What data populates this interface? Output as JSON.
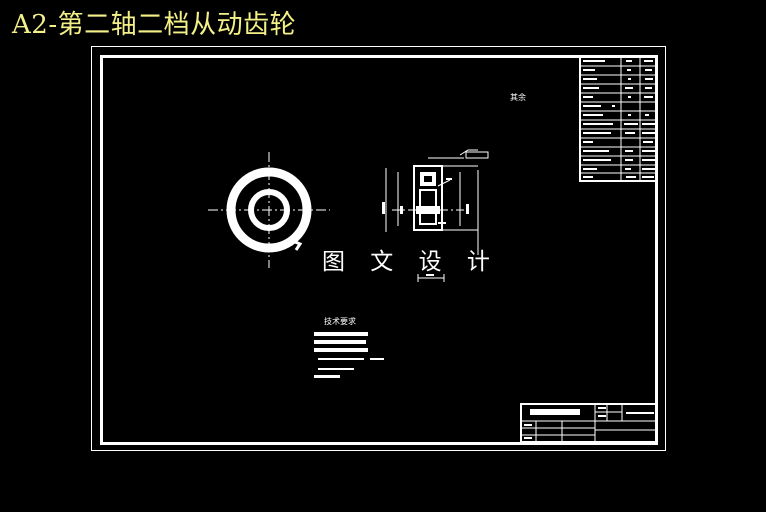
{
  "header": {
    "title": "A2-第二轴二档从动齿轮"
  },
  "drawing": {
    "watermark": "图 文 设 计",
    "technical_requirements_title": "技术要求",
    "roughness_note": "其余"
  },
  "colors": {
    "background": "#000000",
    "lines": "#ffffff",
    "title": "#f4f088"
  }
}
